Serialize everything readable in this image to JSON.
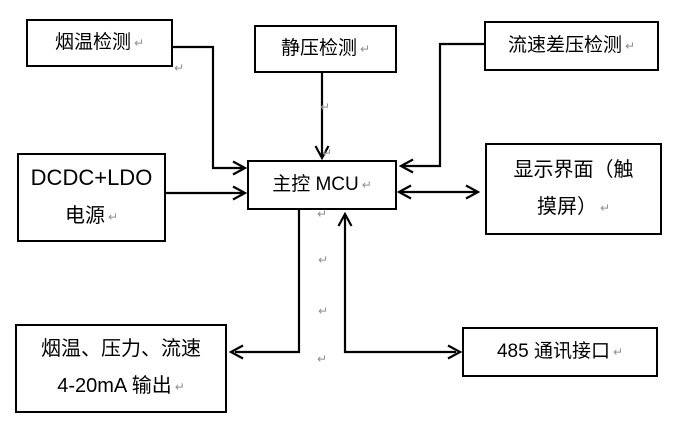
{
  "glyphs": {
    "return_mark": "↵"
  },
  "colors": {
    "line": "#000000",
    "box_border": "#000000",
    "box_fill": "#ffffff",
    "text": "#000000",
    "format_mark": "#8f8f8f",
    "background": "#ffffff"
  },
  "diagram": {
    "title": "",
    "nodes": [
      {
        "id": "smoke-temp-detect",
        "label": "烟温检测"
      },
      {
        "id": "static-pressure-detect",
        "label": "静压检测"
      },
      {
        "id": "flow-diff-pressure-detect",
        "label": "流速差压检测"
      },
      {
        "id": "power-supply",
        "line1": "DCDC+LDO",
        "line2": "电源"
      },
      {
        "id": "main-mcu",
        "label": "主控 MCU"
      },
      {
        "id": "display-touchscreen",
        "line1": "显示界面（触",
        "line2": "摸屏）"
      },
      {
        "id": "analog-output",
        "line1": "烟温、压力、流速",
        "line2": "4-20mA 输出"
      },
      {
        "id": "rs485-interface",
        "label": "485 通讯接口"
      }
    ],
    "connectors": [
      {
        "from": "烟温检测",
        "to": "主控 MCU",
        "style": "elbow",
        "direction": "one-way"
      },
      {
        "from": "静压检测",
        "to": "主控 MCU",
        "style": "straight",
        "direction": "one-way"
      },
      {
        "from": "流速差压检测",
        "to": "主控 MCU",
        "style": "elbow",
        "direction": "one-way"
      },
      {
        "from": "DCDC+LDO 电源",
        "to": "主控 MCU",
        "style": "straight",
        "direction": "one-way"
      },
      {
        "from": "主控 MCU",
        "to": "显示界面（触摸屏）",
        "style": "straight",
        "direction": "two-way"
      },
      {
        "from": "主控 MCU",
        "to": "烟温、压力、流速 4-20mA 输出",
        "style": "elbow",
        "direction": "one-way"
      },
      {
        "from": "主控 MCU",
        "to": "485 通讯接口",
        "style": "elbow",
        "direction": "two-way"
      }
    ]
  }
}
